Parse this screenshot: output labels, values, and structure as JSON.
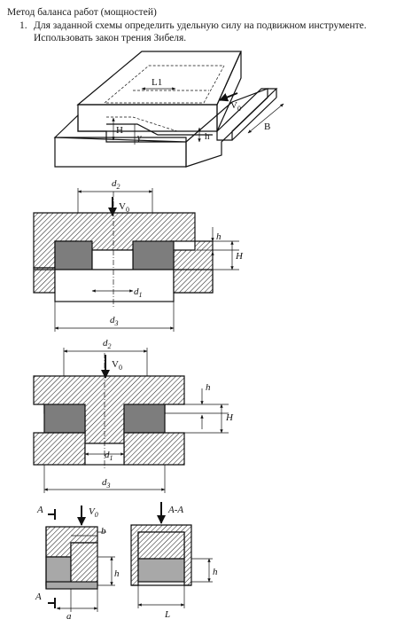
{
  "heading": "Метод баланса работ (мощностей)",
  "task": {
    "number": "1.",
    "line1": "Для заданной схемы определить удельную силу на подвижном инструменте.",
    "line2": "Использовать закон трения Зибеля."
  },
  "figure1": {
    "L1": "L1",
    "V0": "V",
    "V0_sub": "0",
    "H": "H",
    "h": "h",
    "gamma": "γ",
    "B": "B"
  },
  "figure2": {
    "d2": "d",
    "d2_sub": "2",
    "V0": "V",
    "V0_sub": "0",
    "h": "h",
    "H": "H",
    "d1": "d",
    "d1_sub": "1",
    "d3": "d",
    "d3_sub": "3"
  },
  "figure3": {
    "d2": "d",
    "d2_sub": "2",
    "V0": "V",
    "V0_sub": "0",
    "h": "h",
    "H": "H",
    "d1": "d",
    "d1_sub": "1",
    "d3": "d",
    "d3_sub": "3"
  },
  "figure4": {
    "A_top": "A",
    "V0": "V",
    "V0_sub": "0",
    "b": "b",
    "h": "h",
    "A_bottom": "A",
    "a": "a"
  },
  "figure5": {
    "section": "A-A",
    "h": "h",
    "L": "L"
  }
}
